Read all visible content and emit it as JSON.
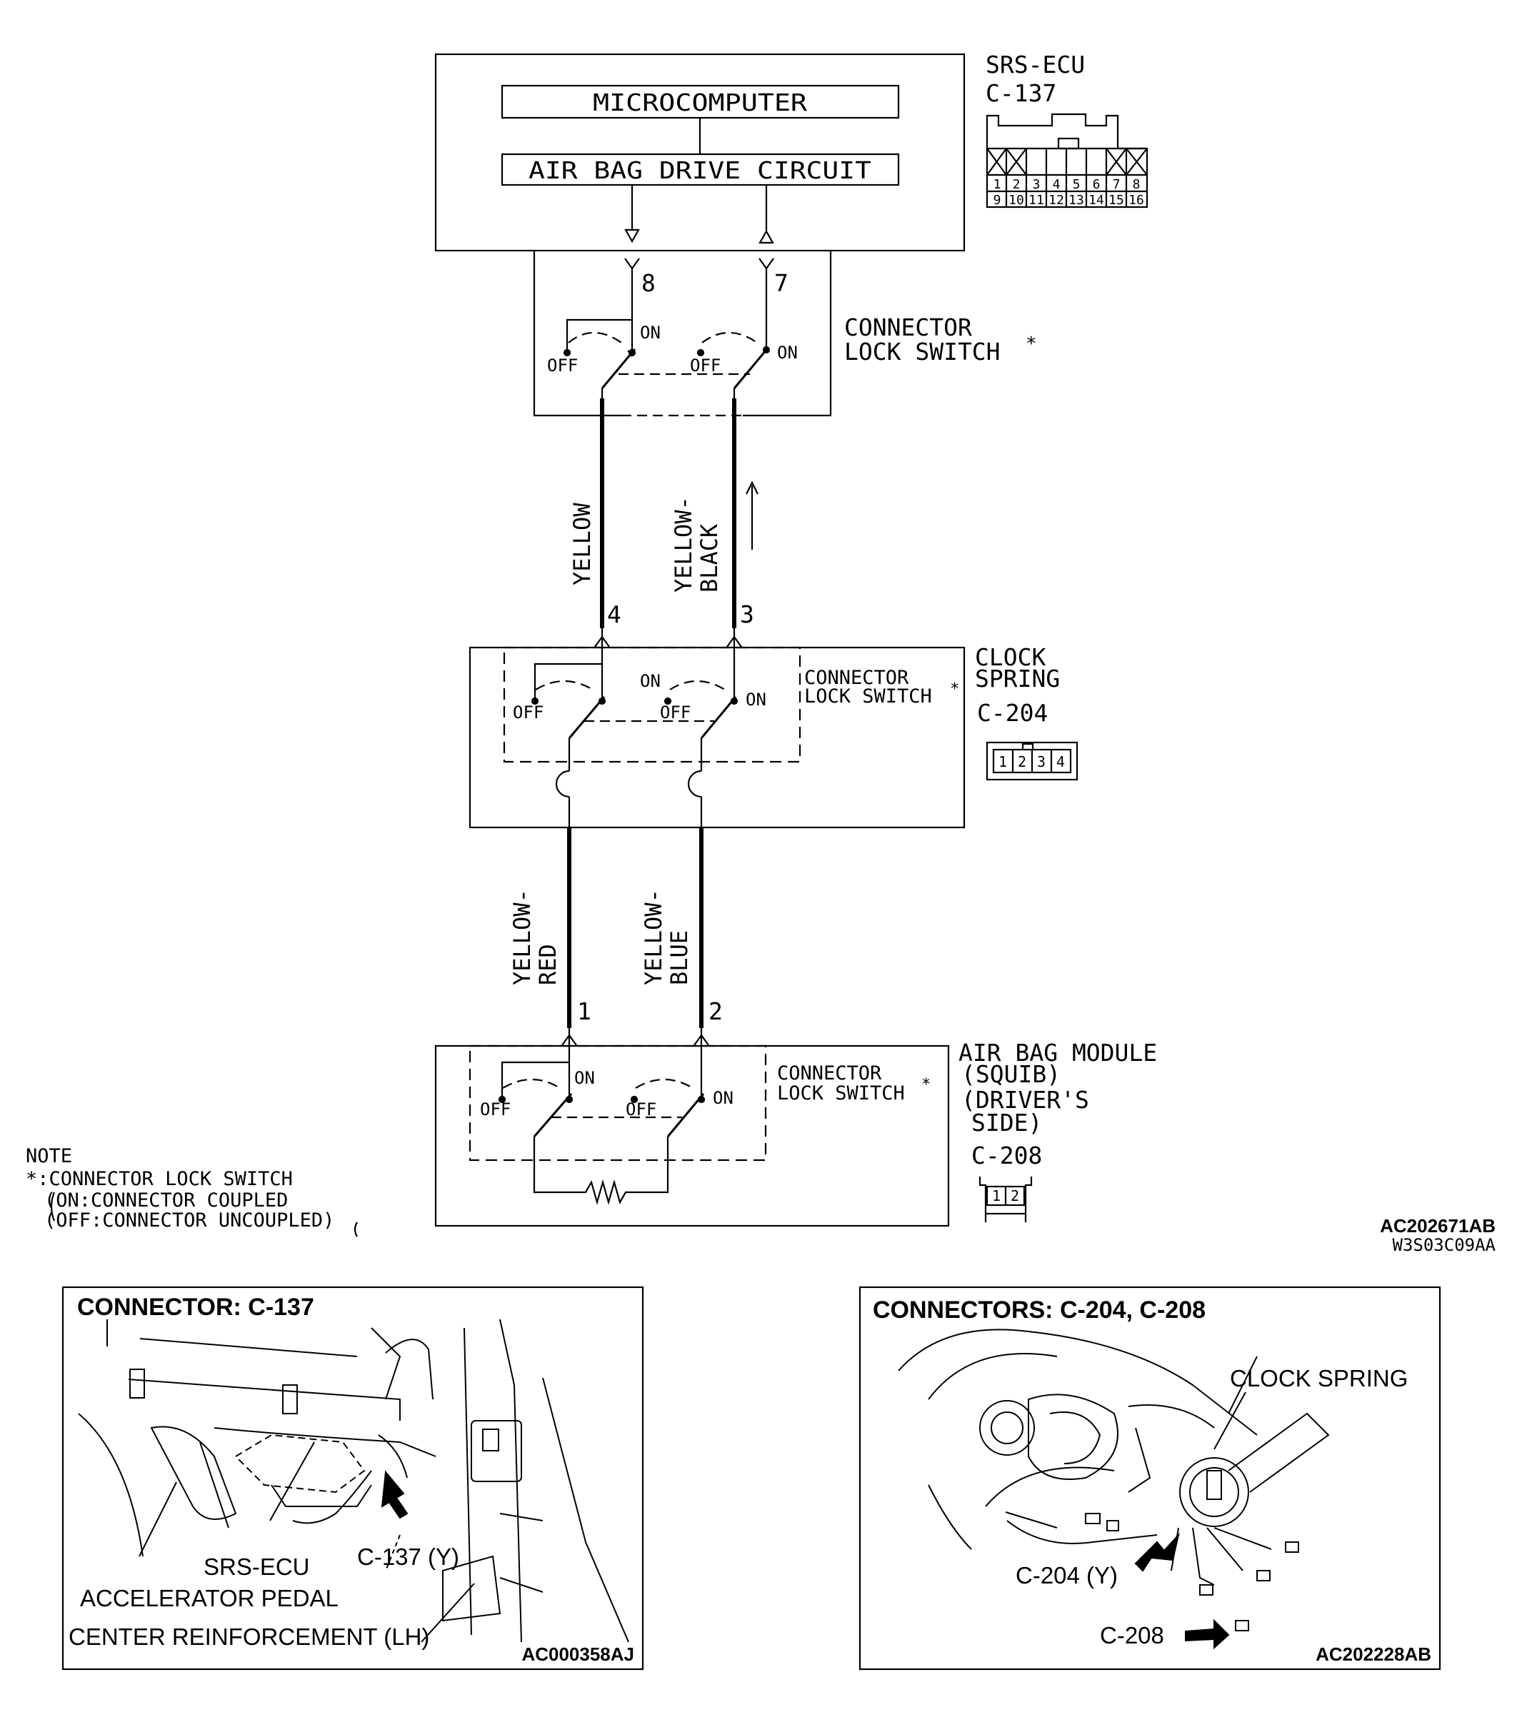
{
  "ecu": {
    "name": "SRS-ECU",
    "connector": "C-137",
    "microcomputer": "MICROCOMPUTER",
    "drive_circuit": "AIR BAG DRIVE CIRCUIT",
    "pins_top": [
      "1",
      "2",
      "3",
      "4",
      "5",
      "6",
      "7",
      "8"
    ],
    "pins_bottom": [
      "9",
      "10",
      "11",
      "12",
      "13",
      "14",
      "15",
      "16"
    ],
    "pin_left": "8",
    "pin_right": "7"
  },
  "switch_labels": {
    "on": "ON",
    "off": "OFF",
    "connector": "CONNECTOR",
    "lock_switch": "LOCK SWITCH",
    "asterisk": "*"
  },
  "wires_upper": {
    "left": "YELLOW",
    "right_line1": "YELLOW-",
    "right_line2": "BLACK",
    "pin_left": "4",
    "pin_right": "3"
  },
  "clock_spring": {
    "name_line1": "CLOCK",
    "name_line2": "SPRING",
    "connector": "C-204",
    "pins": [
      "1",
      "2",
      "3",
      "4"
    ]
  },
  "wires_lower": {
    "left_line1": "YELLOW-",
    "left_line2": "RED",
    "right_line1": "YELLOW-",
    "right_line2": "BLUE",
    "pin_left": "1",
    "pin_right": "2"
  },
  "airbag_module": {
    "line1": "AIR BAG MODULE",
    "line2": "(SQUIB)",
    "line3": "(DRIVER'S",
    "line4": "SIDE)",
    "connector": "C-208",
    "pins": [
      "1",
      "2"
    ]
  },
  "note": {
    "title": "NOTE",
    "line1": "*:CONNECTOR LOCK SWITCH",
    "line2": "(ON:CONNECTOR COUPLED",
    "line3": "(OFF:CONNECTOR UNCOUPLED)"
  },
  "codes": {
    "main": "AC202671AB",
    "sub": "W3S03C09AA",
    "left_panel": "AC000358AJ",
    "right_panel": "AC202228AB"
  },
  "left_panel": {
    "title": "CONNECTOR: C-137",
    "label_c137": "C-137 (Y)",
    "label_ecu": "SRS-ECU",
    "label_pedal": "ACCELERATOR PEDAL",
    "label_reinforcement": "CENTER REINFORCEMENT (LH)"
  },
  "right_panel": {
    "title": "CONNECTORS: C-204, C-208",
    "label_clock_spring": "CLOCK SPRING",
    "label_c204": "C-204 (Y)",
    "label_c208": "C-208"
  }
}
